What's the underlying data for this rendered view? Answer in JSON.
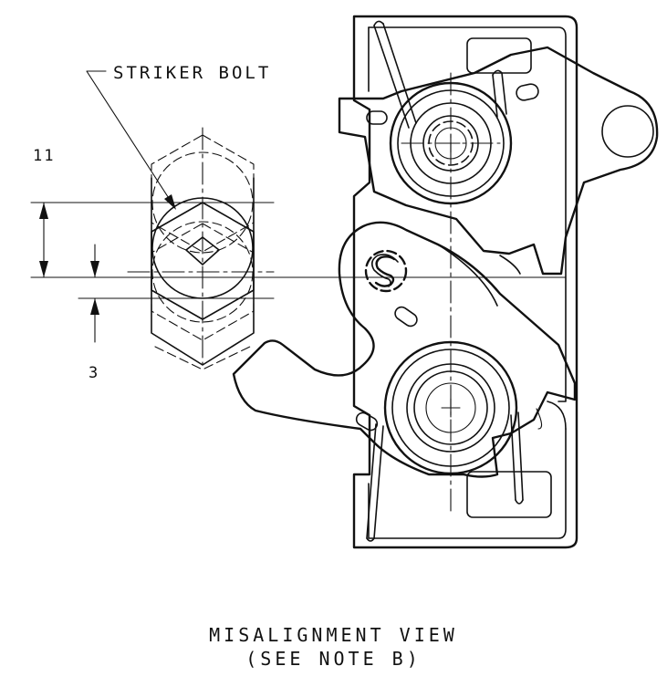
{
  "labels": {
    "striker_bolt": "STRIKER BOLT",
    "dim_upper": "11",
    "dim_lower": "3",
    "logo_letter": "S"
  },
  "caption": {
    "title": "MISALIGNMENT VIEW",
    "note": "(SEE NOTE B)"
  }
}
